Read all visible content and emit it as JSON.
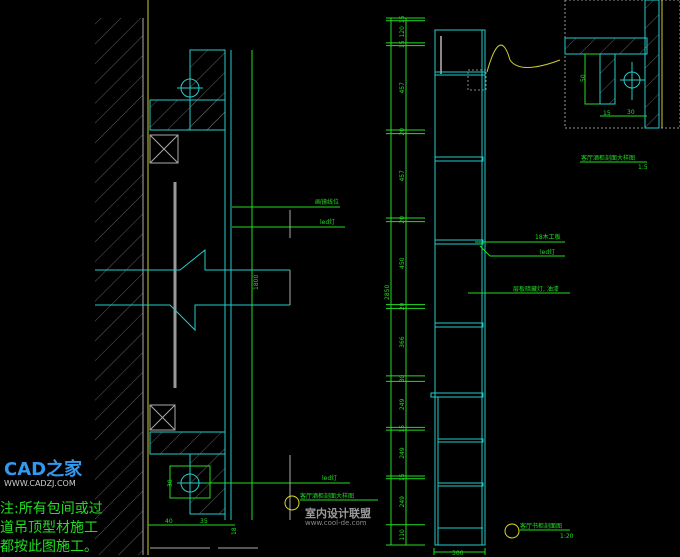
{
  "left_section": {
    "label_top": "画镜线位",
    "label_led": "led灯",
    "dim_height": "1800",
    "label_led_bottom": "led灯",
    "dim_30": "30",
    "dim_40": "40",
    "dim_35": "35",
    "dim_18": "18"
  },
  "right_section": {
    "dims": [
      "15",
      "120",
      "15",
      "457",
      "20",
      "457",
      "20",
      "450",
      "20",
      "366",
      "30",
      "249",
      "15",
      "249",
      "15",
      "249",
      "110"
    ],
    "dim_total": "2850",
    "dim_width": "300",
    "label_board": "18木工板",
    "label_led": "led灯",
    "label_shelf": "层板暗藏灯, 油漆",
    "title": "客厅书柜剖面图",
    "scale": "1:20"
  },
  "detail": {
    "dim_50": "50",
    "dim_15": "15",
    "dim_30": "30",
    "title": "客厅酒柜剖面大样图",
    "scale": "1:5"
  },
  "left_title": "客厅酒柜剖面大样图",
  "note_lines": [
    "注:所有包间或过",
    "道吊顶型材施工",
    "都按此图施工。"
  ],
  "watermarks": {
    "cool_de": "室内设计联盟",
    "cool_de_url": "www.cool-de.com",
    "cadzj": "CAD之家",
    "cadzj_url": "WWW.CADZJ.COM"
  }
}
